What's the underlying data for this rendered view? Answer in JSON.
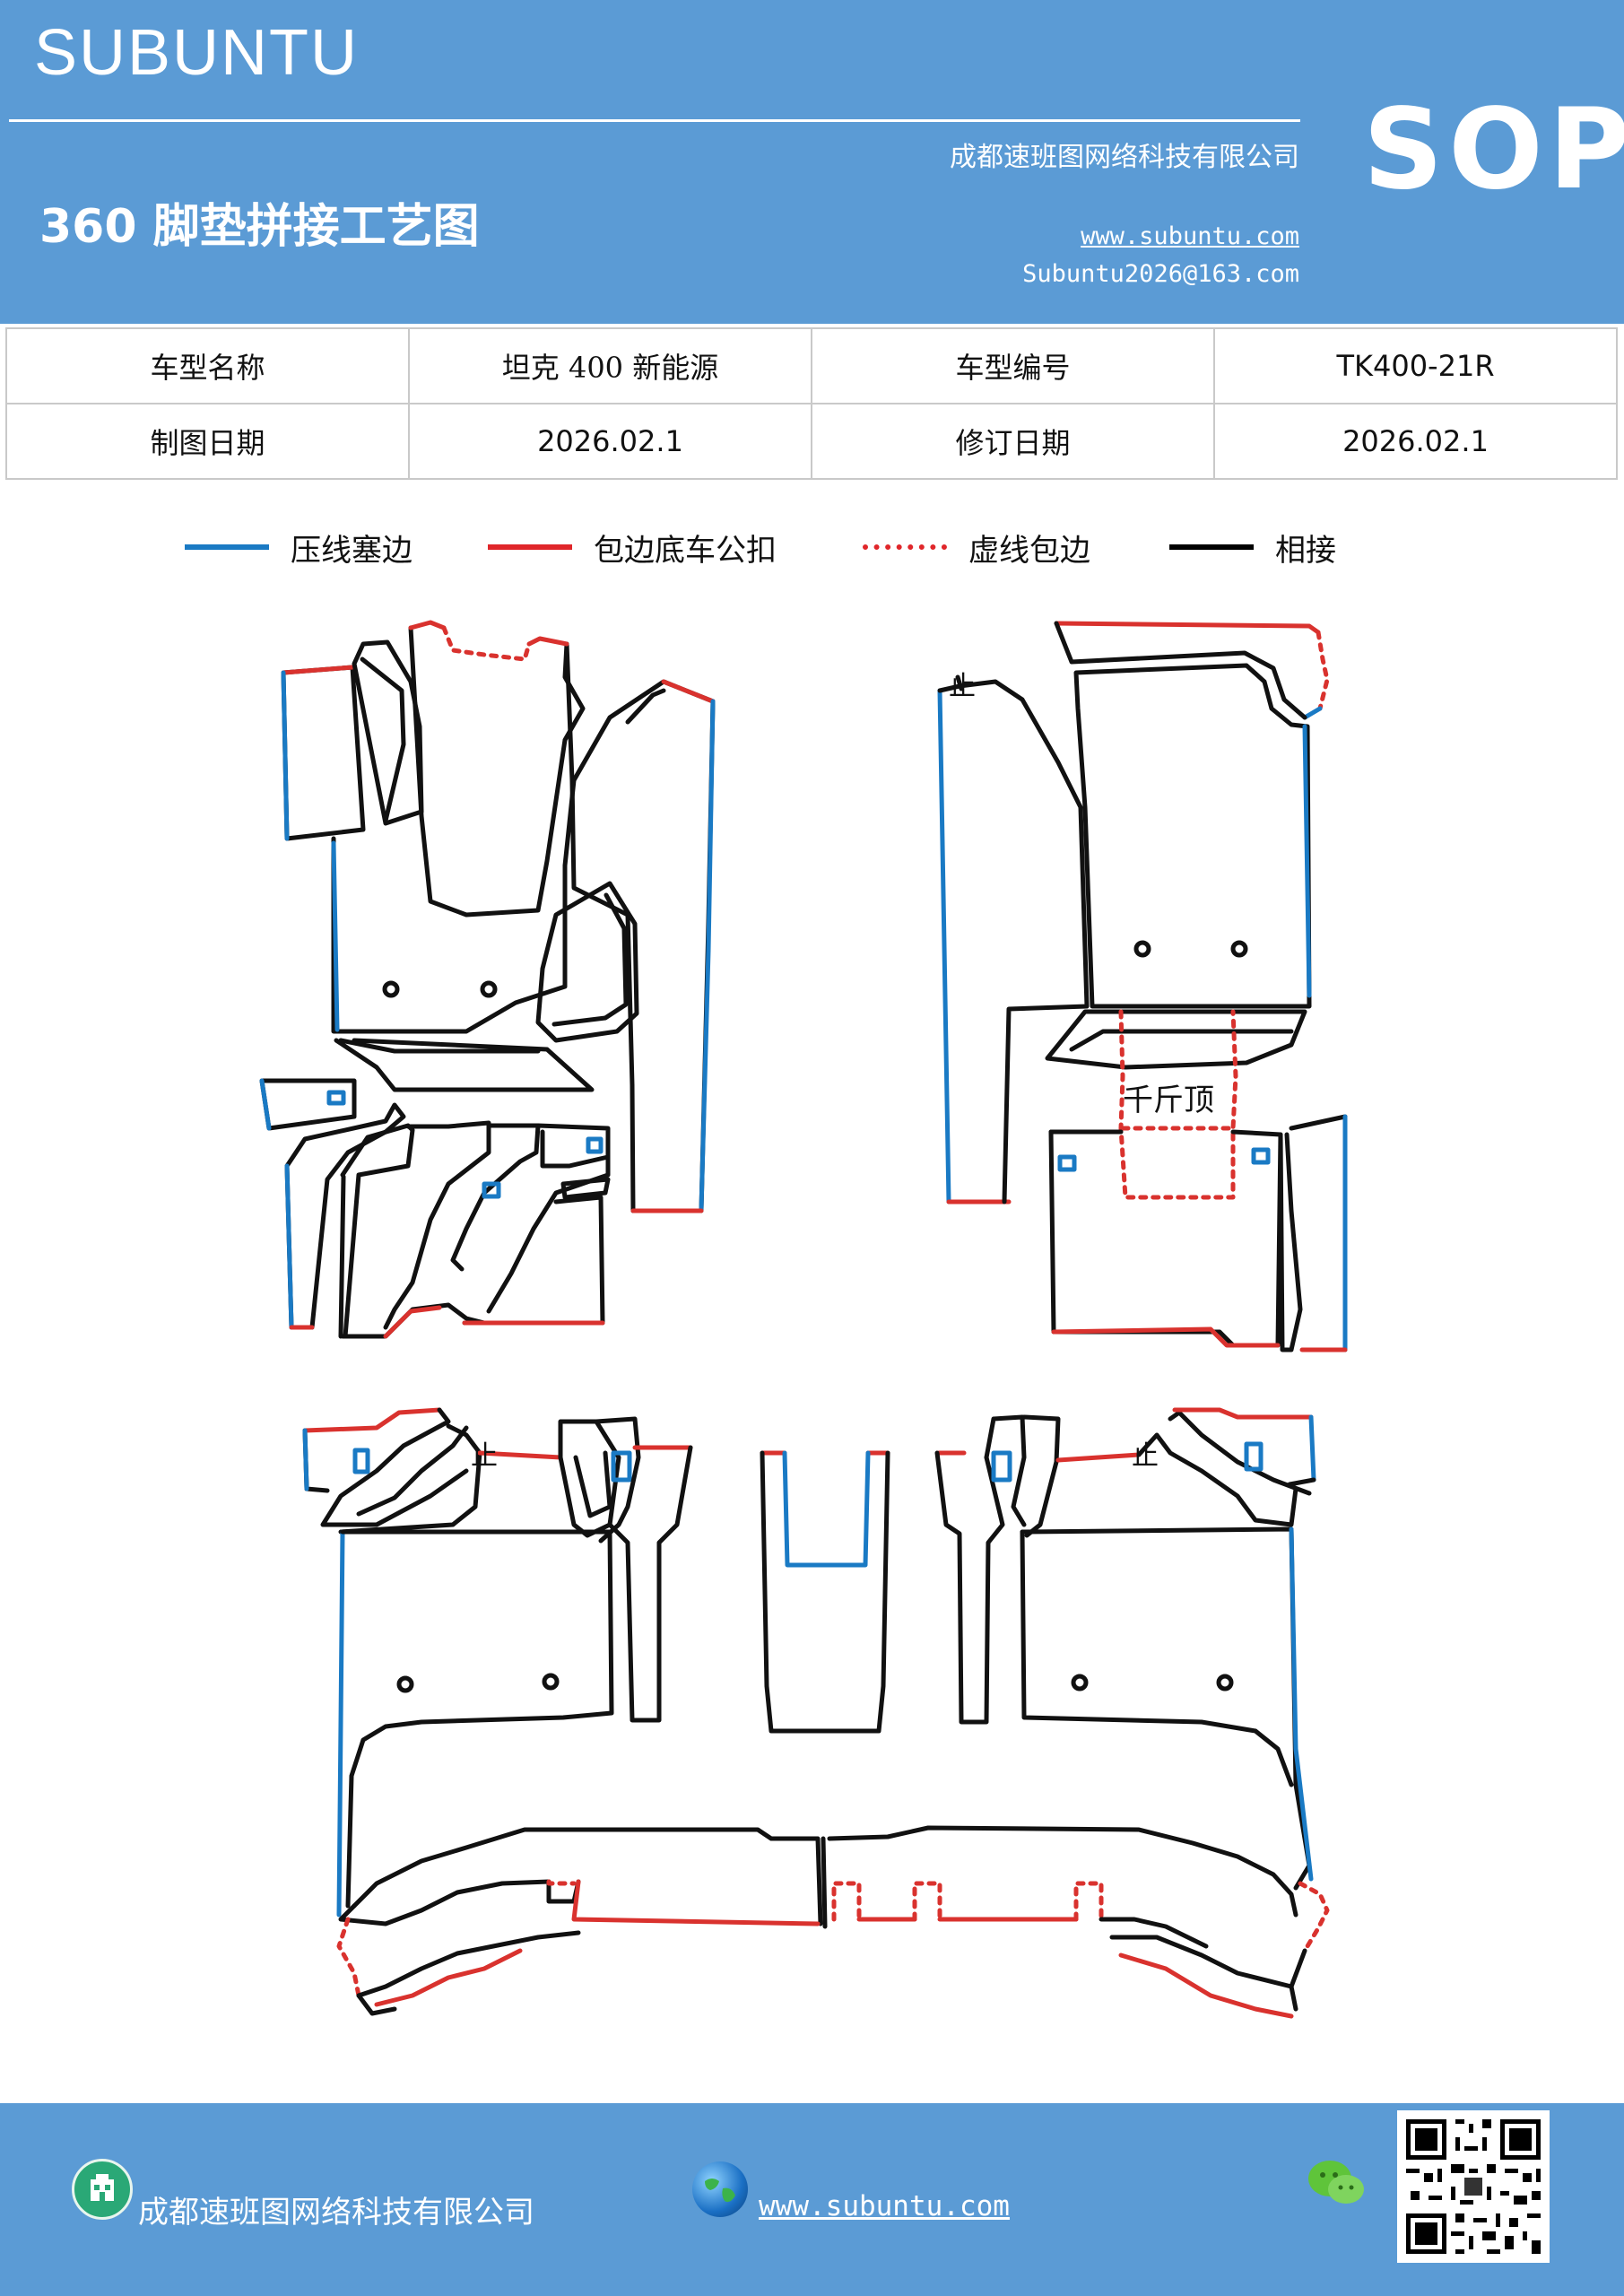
{
  "header": {
    "brand": "SUBUNTU",
    "title": "360 脚垫拼接工艺图",
    "company": "成都速班图网络科技有限公司",
    "website": "www.subuntu.com",
    "email": "Subuntu2026@163.com",
    "badge": "SOP"
  },
  "info_table": {
    "rows": [
      [
        "车型名称",
        "坦克 400 新能源",
        "车型编号",
        "TK400-21R"
      ],
      [
        "制图日期",
        "2026.02.1",
        "修订日期",
        "2026.02.1"
      ]
    ]
  },
  "legend": [
    {
      "label": "压线塞边",
      "color": "#1a7ac4",
      "style": "solid"
    },
    {
      "label": "包边底车公扣",
      "color": "#e0262a",
      "style": "solid"
    },
    {
      "label": "虚线包边",
      "color": "#e0262a",
      "style": "dotted"
    },
    {
      "label": "相接",
      "color": "#000000",
      "style": "solid"
    }
  ],
  "diagram": {
    "colors": {
      "blue": "#1a7ac4",
      "red": "#d9322e",
      "black": "#111111"
    },
    "labels": {
      "stop": "止",
      "jack": "千斤顶"
    }
  },
  "footer": {
    "company": "成都速班图网络科技有限公司",
    "website": "www.subuntu.com",
    "icons": [
      "building-icon",
      "globe-icon",
      "wechat-icon",
      "qr-code"
    ]
  }
}
